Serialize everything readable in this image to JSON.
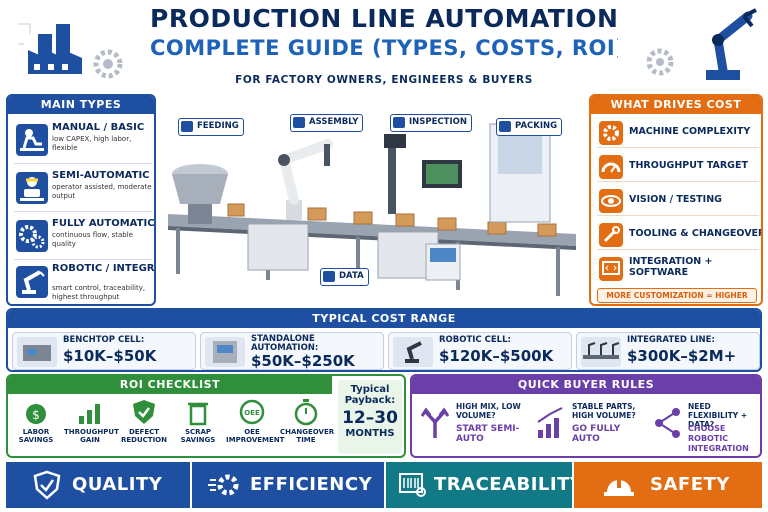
{
  "header": {
    "title": "PRODUCTION LINE AUTOMATION",
    "subtitle": "COMPLETE GUIDE (TYPES, COSTS, ROI)",
    "audience": "FOR FACTORY OWNERS, ENGINEERS & BUYERS"
  },
  "main_types": {
    "heading": "MAIN TYPES",
    "items": [
      {
        "name": "MANUAL / BASIC",
        "desc": "low CAPEX, high labor, flexible",
        "icon": "worker-desk-icon"
      },
      {
        "name": "SEMI-AUTOMATIC",
        "desc": "operator assisted, moderate output",
        "icon": "operator-icon"
      },
      {
        "name": "FULLY AUTOMATIC",
        "desc": "continuous flow, stable quality",
        "icon": "gears-icon"
      },
      {
        "name": "ROBOTIC / INTEGRATED LINE",
        "desc": "smart control, traceability, highest throughput",
        "icon": "robot-arm-icon"
      }
    ]
  },
  "line_stages": [
    "FEEDING",
    "ASSEMBLY",
    "INSPECTION",
    "PACKING",
    "DATA"
  ],
  "cost_drivers": {
    "heading": "WHAT DRIVES COST",
    "items": [
      {
        "name": "MACHINE COMPLEXITY",
        "icon": "gear-icon"
      },
      {
        "name": "THROUGHPUT TARGET",
        "icon": "speedometer-icon"
      },
      {
        "name": "VISION / TESTING",
        "icon": "eye-icon"
      },
      {
        "name": "TOOLING & CHANGEOVER",
        "icon": "wrench-icon"
      },
      {
        "name": "INTEGRATION + SOFTWARE",
        "icon": "code-icon"
      }
    ],
    "note": "MORE CUSTOMIZATION = HIGHER CAPEX"
  },
  "cost_range": {
    "heading": "TYPICAL COST RANGE",
    "items": [
      {
        "name": "BENCHTOP CELL:",
        "value": "$10K–$50K"
      },
      {
        "name": "STANDALONE AUTOMATION:",
        "value": "$50K–$250K"
      },
      {
        "name": "ROBOTIC CELL:",
        "value": "$120K–$500K"
      },
      {
        "name": "INTEGRATED LINE:",
        "value": "$300K–$2M+"
      }
    ]
  },
  "roi": {
    "heading": "ROI CHECKLIST",
    "items": [
      {
        "label": "LABOR SAVINGS",
        "icon": "money-bag-icon"
      },
      {
        "label": "THROUGHPUT GAIN",
        "icon": "bar-chart-icon"
      },
      {
        "label": "DEFECT REDUCTION",
        "icon": "shield-check-icon"
      },
      {
        "label": "SCRAP SAVINGS",
        "icon": "trash-icon"
      },
      {
        "label": "OEE IMPROVEMENT",
        "icon": "oee-icon"
      },
      {
        "label": "CHANGEOVER TIME",
        "icon": "stopwatch-icon"
      }
    ],
    "oee_badge": "OEE",
    "payback_label": "Typical Payback:",
    "payback_value": "12–30",
    "payback_unit": "MONTHS"
  },
  "rules": {
    "heading": "QUICK BUYER RULES",
    "items": [
      {
        "question": "HIGH MIX, LOW VOLUME?",
        "answer": "START SEMI-AUTO",
        "icon": "split-arrows-icon"
      },
      {
        "question": "STABLE PARTS, HIGH VOLUME?",
        "answer": "GO FULLY AUTO",
        "icon": "growth-chart-icon"
      },
      {
        "question": "NEED FLEXIBILITY + DATA?",
        "answer": "CHOOSE ROBOTIC INTEGRATION",
        "icon": "network-icon"
      }
    ]
  },
  "footer": [
    {
      "label": "QUALITY",
      "color": "#1f4fa0",
      "icon": "shield-check-icon"
    },
    {
      "label": "EFFICIENCY",
      "color": "#1f4fa0",
      "icon": "gear-speed-icon"
    },
    {
      "label": "TRACEABILITY",
      "color": "#127a86",
      "icon": "barcode-scan-icon"
    },
    {
      "label": "SAFETY",
      "color": "#e26d12",
      "icon": "hard-hat-icon"
    }
  ],
  "colors": {
    "navy": "#0b2a5c",
    "blue": "#1f4fa0",
    "orange": "#e26d12",
    "green": "#2f8f3a",
    "purple": "#6a3fa8",
    "teal": "#127a86"
  }
}
